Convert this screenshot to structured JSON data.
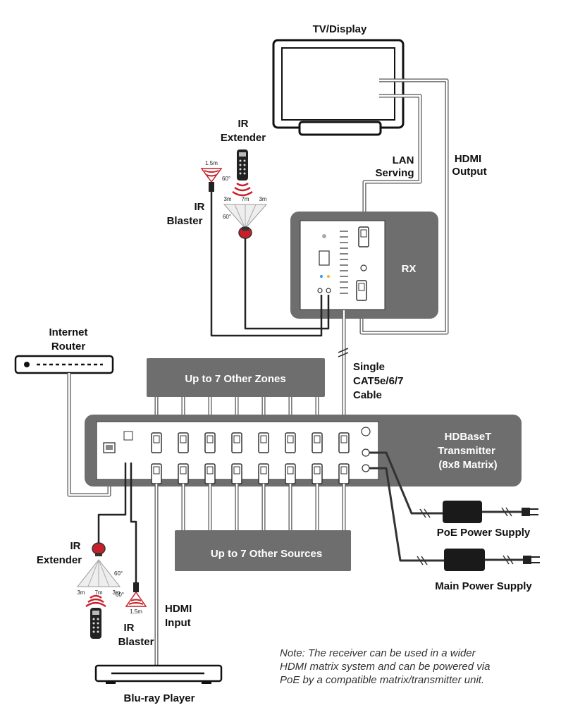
{
  "labels": {
    "tv": "TV/Display",
    "ir_extender_top_1": "IR",
    "ir_extender_top_2": "Extender",
    "ir_blaster_top_1": "IR",
    "ir_blaster_top_2": "Blaster",
    "lan_serving_1": "LAN",
    "lan_serving_2": "Serving",
    "hdmi_output_1": "HDMI",
    "hdmi_output_2": "Output",
    "rx": "RX",
    "internet_router_1": "Internet",
    "internet_router_2": "Router",
    "zones": "Up to 7 Other Zones",
    "single_cable_1": "Single",
    "single_cable_2": "CAT5e/6/7",
    "single_cable_3": "Cable",
    "transmitter_1": "HDBaseT",
    "transmitter_2": "Transmitter",
    "transmitter_3": "(8x8 Matrix)",
    "poe_supply": "PoE Power Supply",
    "main_supply": "Main Power Supply",
    "sources": "Up to 7 Other Sources",
    "ir_extender_bottom_1": "IR",
    "ir_extender_bottom_2": "Extender",
    "ir_blaster_bottom_1": "IR",
    "ir_blaster_bottom_2": "Blaster",
    "hdmi_input_1": "HDMI",
    "hdmi_input_2": "Input",
    "bluray": "Blu-ray Player"
  },
  "ir_ranges": {
    "top_blaster_distance": "1.5m",
    "top_blaster_angle": "60°",
    "top_ext_left": "3m",
    "top_ext_mid": "7m",
    "top_ext_right": "3m",
    "top_ext_angle": "60°",
    "bottom_blaster_distance": "1.5m",
    "bottom_blaster_angle": "60°",
    "bottom_ext_left": "3m",
    "bottom_ext_mid": "7m",
    "bottom_ext_right": "3m",
    "bottom_ext_angle": "60°"
  },
  "note": {
    "line1": "Note: The receiver can be used in a wider",
    "line2": "HDMI matrix system and can be powered via",
    "line3": "PoE by a compatible matrix/transmitter unit."
  },
  "colors": {
    "panel_gray": "#6e6e6e",
    "device_white": "#ffffff",
    "cable_gray": "#555555",
    "ir_red": "#c8202a"
  }
}
